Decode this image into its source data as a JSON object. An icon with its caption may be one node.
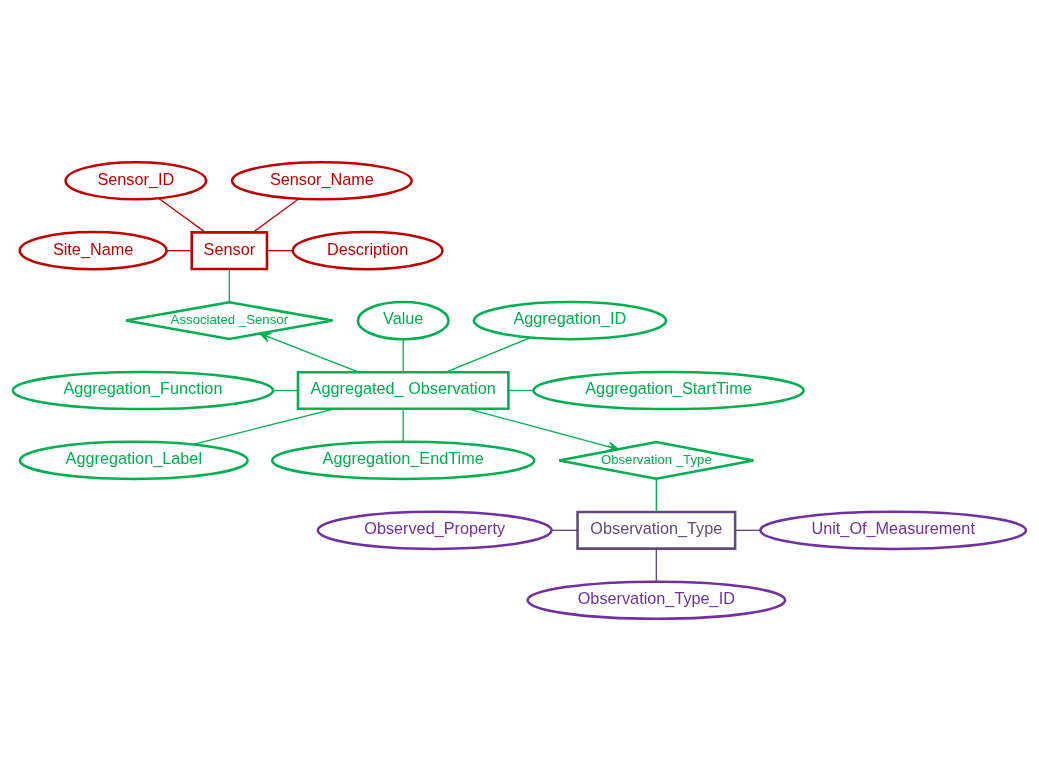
{
  "diagram": {
    "nodes": [
      {
        "text": [
          "Sensor_ID"
        ]
      },
      {
        "text": [
          "Sensor_Name"
        ]
      },
      {
        "text": [
          "Site_Name"
        ]
      },
      {
        "text": [
          "Sensor"
        ]
      },
      {
        "text": [
          "Description"
        ]
      },
      {
        "text": [
          "Associated _Sensor"
        ]
      },
      {
        "text": [
          "Value"
        ]
      },
      {
        "text": [
          "Aggregation_ID"
        ]
      },
      {
        "text": [
          "Aggregated_ Observation"
        ]
      },
      {
        "text": [
          "Aggregation_Function"
        ]
      },
      {
        "text": [
          "Aggregation_StartTime"
        ]
      },
      {
        "text": [
          "Aggregation_Label"
        ]
      },
      {
        "text": [
          "Aggregation_EndTime"
        ]
      },
      {
        "text": [
          "Observation _Type"
        ]
      },
      {
        "text": [
          "Observed_Property"
        ]
      },
      {
        "text": [
          "Observation_Type"
        ]
      },
      {
        "text": [
          "Unit_Of_Measurement"
        ]
      },
      {
        "text": [
          "Observation_Type_ID"
        ]
      }
    ],
    "edges": [
      {
        "from": 0,
        "to": 3,
        "arrow": "none",
        "color": "#c00000"
      },
      {
        "from": 1,
        "to": 3,
        "arrow": "none",
        "color": "#c00000"
      },
      {
        "from": 2,
        "to": 3,
        "arrow": "none",
        "color": "#c00000"
      },
      {
        "from": 3,
        "to": 4,
        "arrow": "none",
        "color": "#c00000"
      },
      {
        "from": 3,
        "to": 5,
        "arrow": "none"
      },
      {
        "from": 8,
        "to": 5,
        "arrow": "to"
      },
      {
        "from": 7,
        "to": 8,
        "arrow": "none"
      },
      {
        "from": 6,
        "to": 8,
        "arrow": "none"
      },
      {
        "from": 9,
        "to": 8,
        "arrow": "none"
      },
      {
        "from": 8,
        "to": 10,
        "arrow": "none"
      },
      {
        "from": 8,
        "to": 11,
        "arrow": "none"
      },
      {
        "from": 8,
        "to": 12,
        "arrow": "none"
      },
      {
        "from": 8,
        "to": 13,
        "arrow": "to"
      },
      {
        "from": 13,
        "to": 15,
        "arrow": "none"
      },
      {
        "from": 14,
        "to": 15,
        "arrow": "none",
        "color": "#604a7b"
      },
      {
        "from": 15,
        "to": 16,
        "arrow": "none",
        "color": "#604a7b"
      },
      {
        "from": 15,
        "to": 17,
        "arrow": "none",
        "color": "#604a7b"
      }
    ]
  }
}
